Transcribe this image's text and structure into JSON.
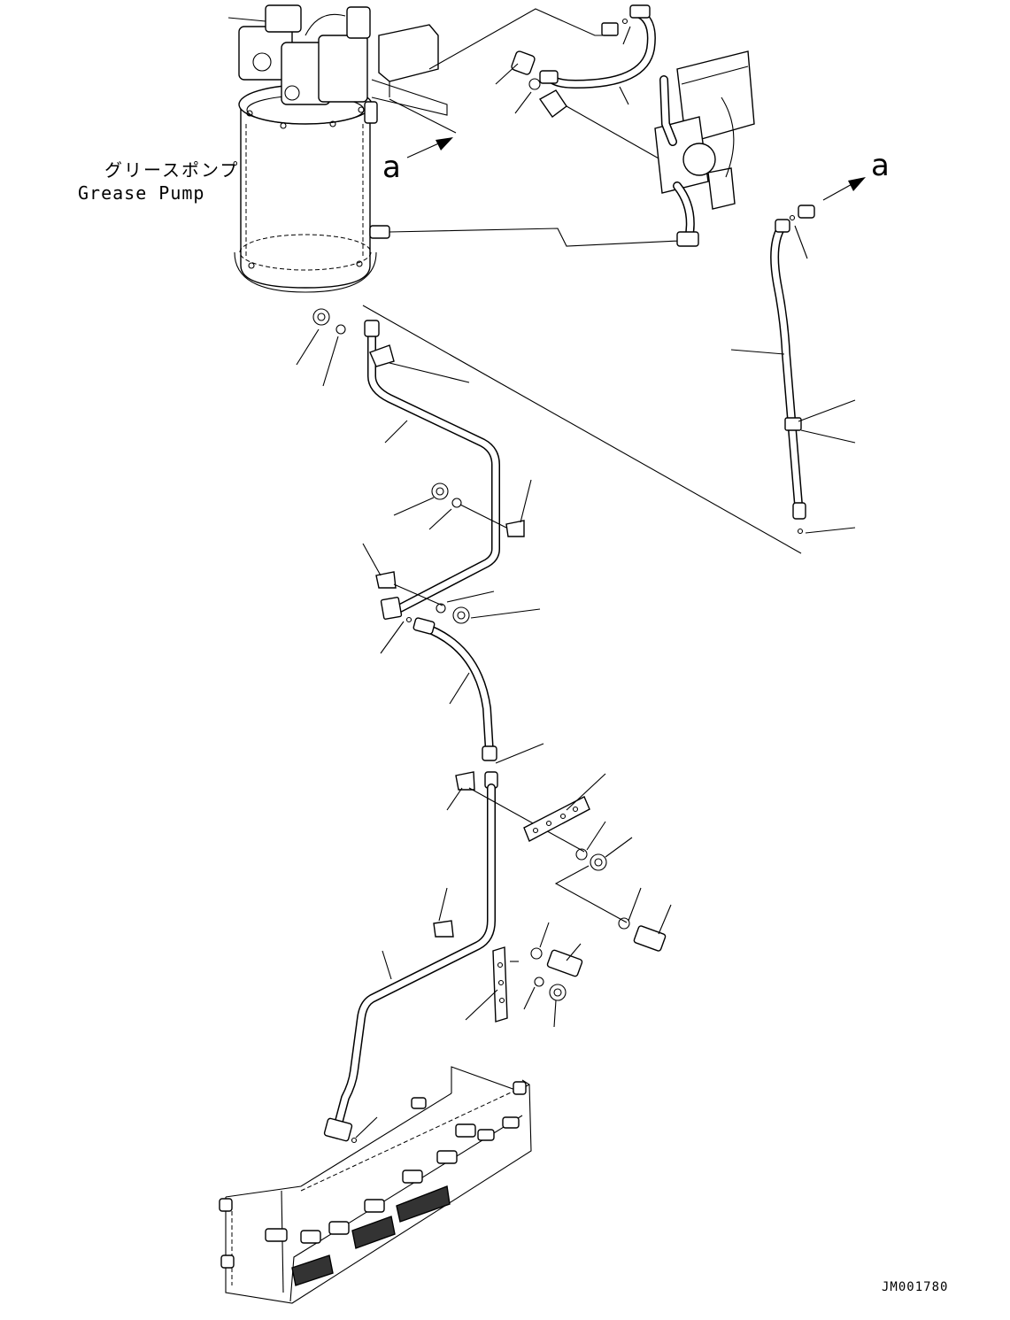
{
  "title": {
    "japanese": "グリースポンプ",
    "english": "Grease Pump"
  },
  "view_labels": {
    "left": "a",
    "right": "a"
  },
  "drawing_number": "JM001780"
}
